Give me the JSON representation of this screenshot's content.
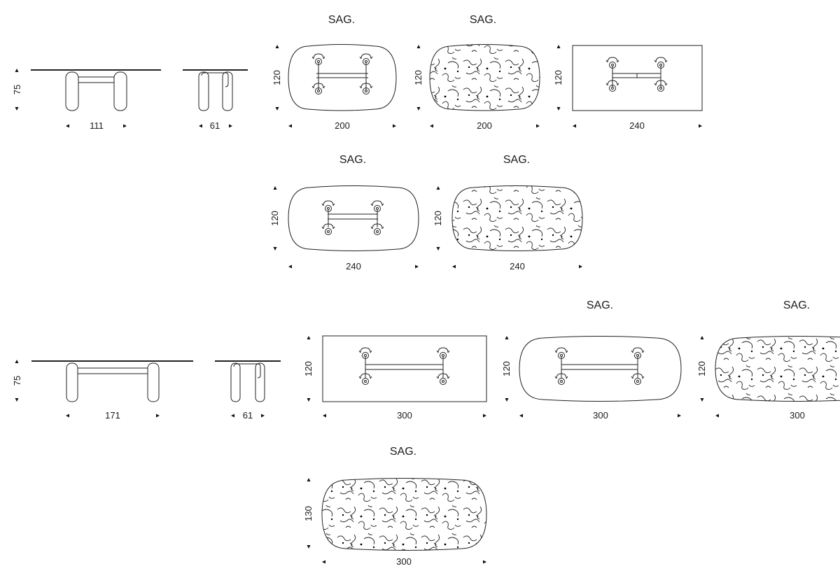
{
  "row1": {
    "front_view": {
      "height": "75",
      "width": "111"
    },
    "side_view": {
      "width": "61"
    },
    "tops": [
      {
        "shape": "soft-rectangle",
        "finish": "glass",
        "label": "SAG.",
        "width": "200",
        "height": "120"
      },
      {
        "shape": "soft-rectangle",
        "finish": "marble",
        "label": "SAG.",
        "width": "200",
        "height": "120"
      },
      {
        "shape": "rectangle",
        "finish": "glass",
        "label": "",
        "width": "240",
        "height": "120"
      }
    ]
  },
  "row2": {
    "tops": [
      {
        "shape": "soft-rectangle",
        "finish": "glass",
        "label": "SAG.",
        "width": "240",
        "height": "120"
      },
      {
        "shape": "soft-rectangle",
        "finish": "marble",
        "label": "SAG.",
        "width": "240",
        "height": "120"
      }
    ]
  },
  "row3": {
    "front_view": {
      "height": "75",
      "width": "171"
    },
    "side_view": {
      "width": "61"
    },
    "tops": [
      {
        "shape": "rectangle",
        "finish": "glass",
        "label": "",
        "width": "300",
        "height": "120"
      },
      {
        "shape": "soft-rectangle",
        "finish": "glass",
        "label": "SAG.",
        "width": "300",
        "height": "120"
      },
      {
        "shape": "soft-rectangle",
        "finish": "marble",
        "label": "SAG.",
        "width": "300",
        "height": "120"
      }
    ]
  },
  "row4": {
    "tops": [
      {
        "shape": "soft-rectangle",
        "finish": "marble",
        "label": "SAG.",
        "width": "300",
        "height": "130"
      }
    ]
  },
  "colors": {
    "ink": "#222222",
    "background": "#ffffff"
  }
}
